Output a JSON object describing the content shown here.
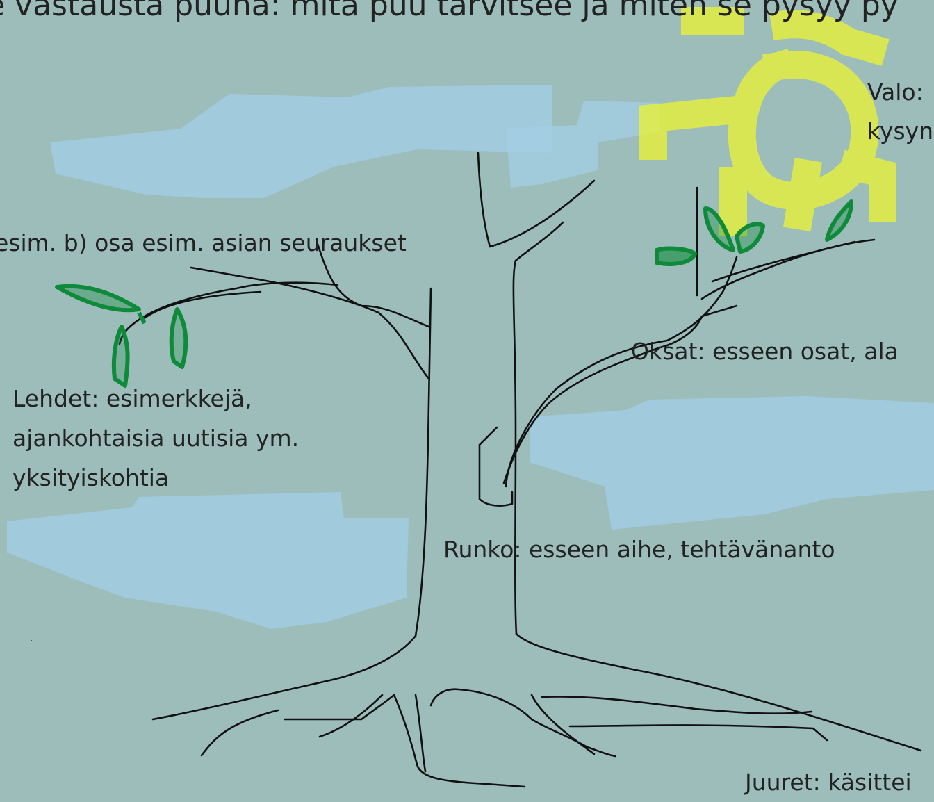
{
  "title": "e vastausta puuna: mitä puu tarvitsee ja miten se pysyy py",
  "labels": {
    "valo_line1": "Valo:",
    "valo_line2": "kysyn",
    "branch_left": "esim. b) osa esim. asian seuraukset",
    "leaves_line1": "Lehdet: esimerkkejä,",
    "leaves_line2": "ajankohtaisia uutisia ym.",
    "leaves_line3": "yksityiskohtia",
    "branches": "Oksat: esseen osat, ala",
    "trunk": "Runko: esseen aihe, tehtävänanto",
    "roots": "Juuret: käsittei"
  },
  "colors": {
    "background": "#9dbdbb",
    "cloud": "#a3cde3",
    "sun": "#e8f13a",
    "leaf": "#0e8a3a",
    "stroke": "#111111"
  }
}
